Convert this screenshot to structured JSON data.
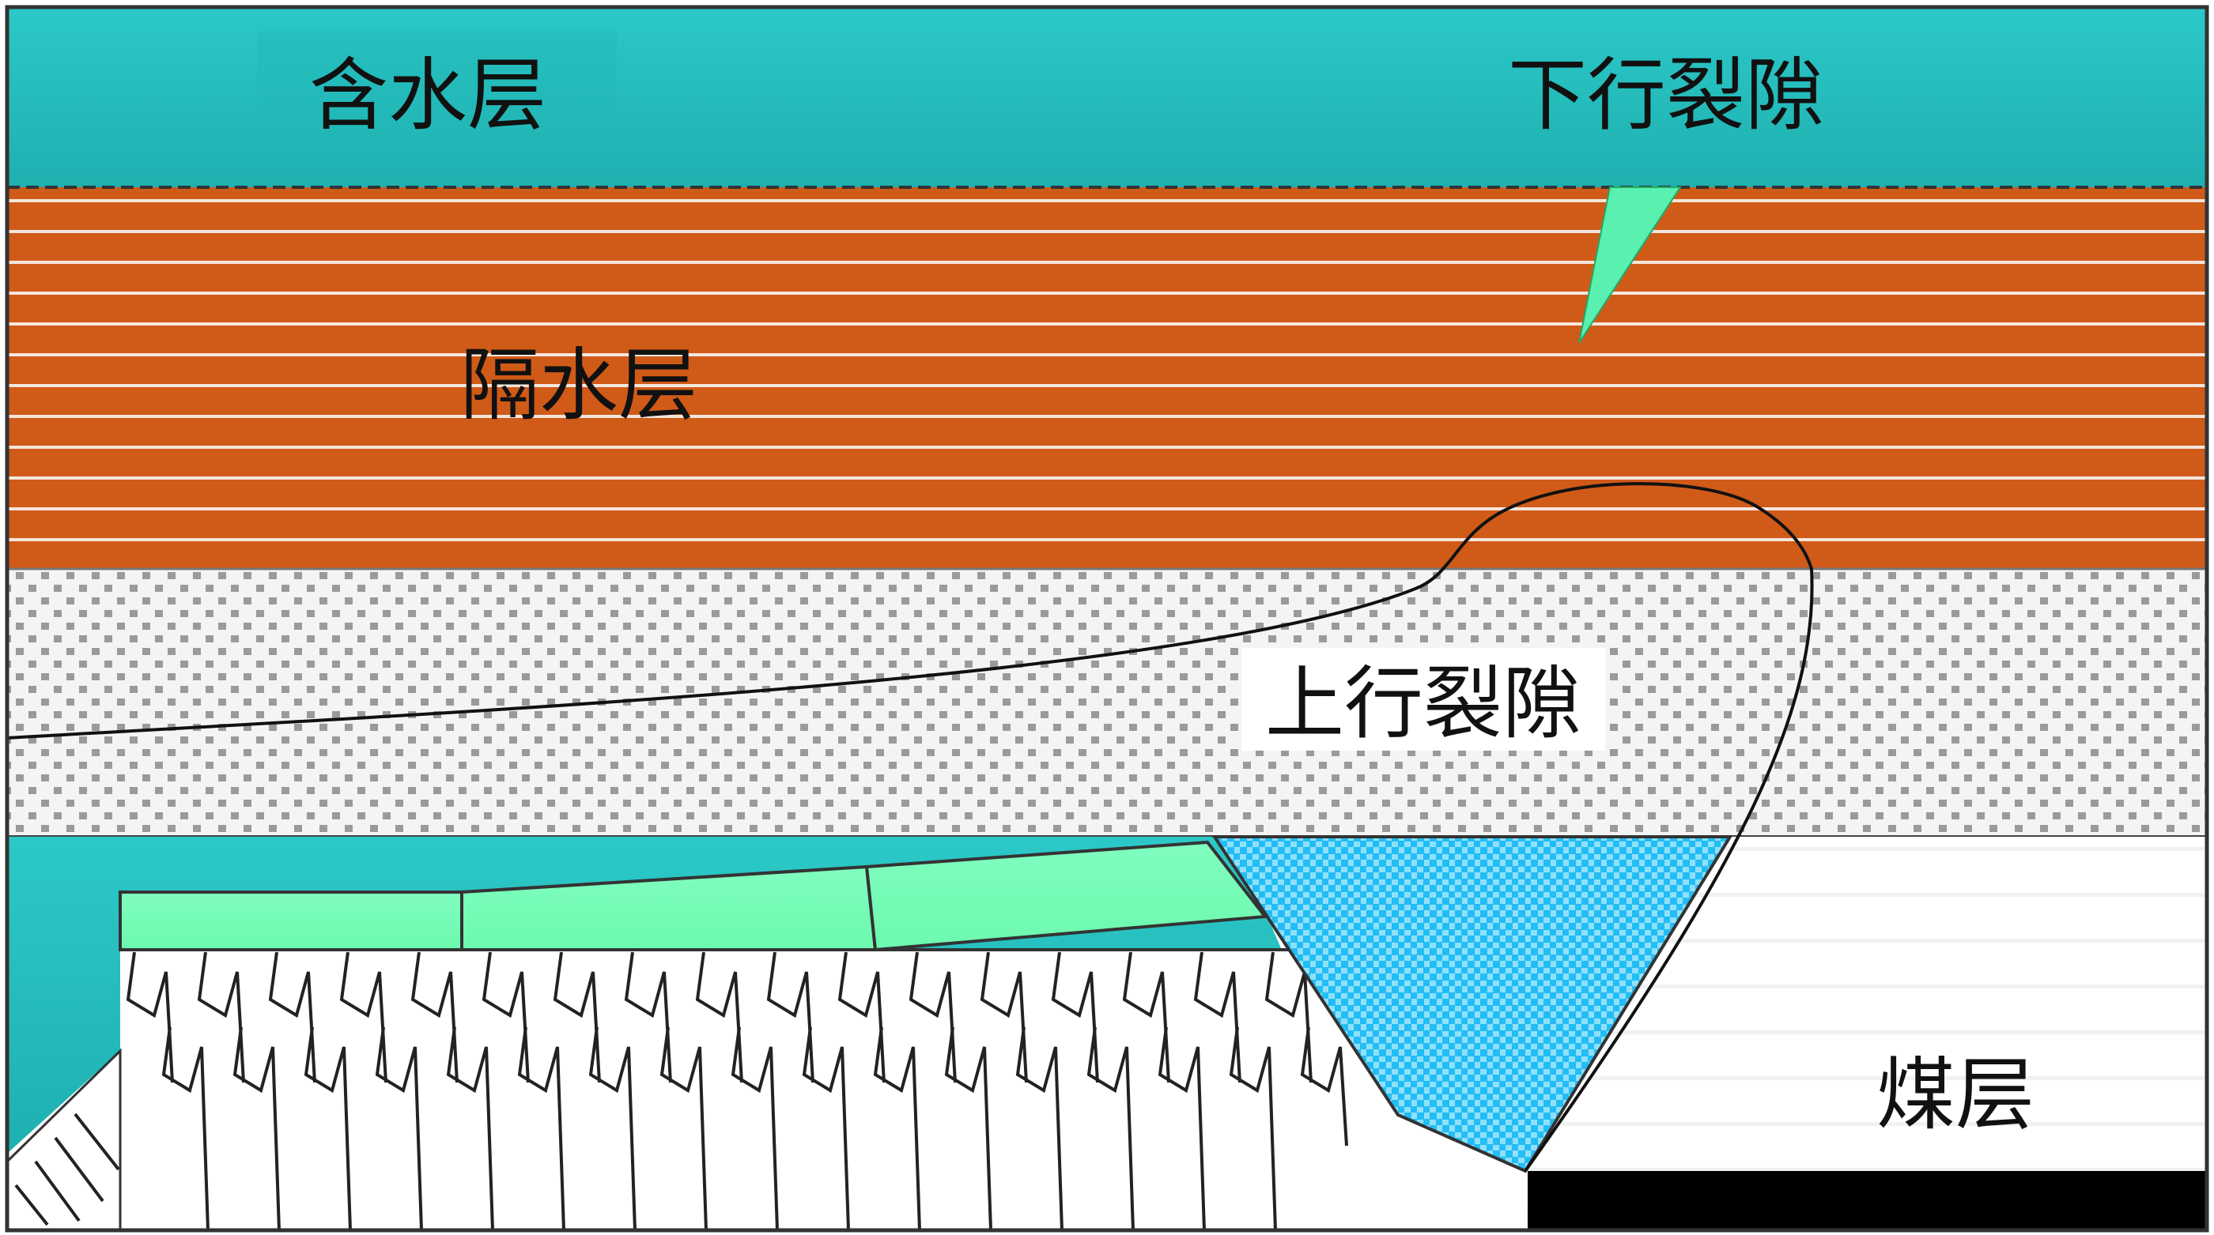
{
  "labels": {
    "aquifer": "含水层",
    "downward_fracture": "下行裂隙",
    "aquiclude": "隔水层",
    "upward_fracture": "上行裂隙",
    "coal_seam": "煤层"
  },
  "colors": {
    "aquifer": "#25c0c0",
    "aquiclude": "#d05a18",
    "broken_block": "#74fdb6",
    "water_zone": "#22bdf5",
    "coal_floor": "#000000"
  }
}
